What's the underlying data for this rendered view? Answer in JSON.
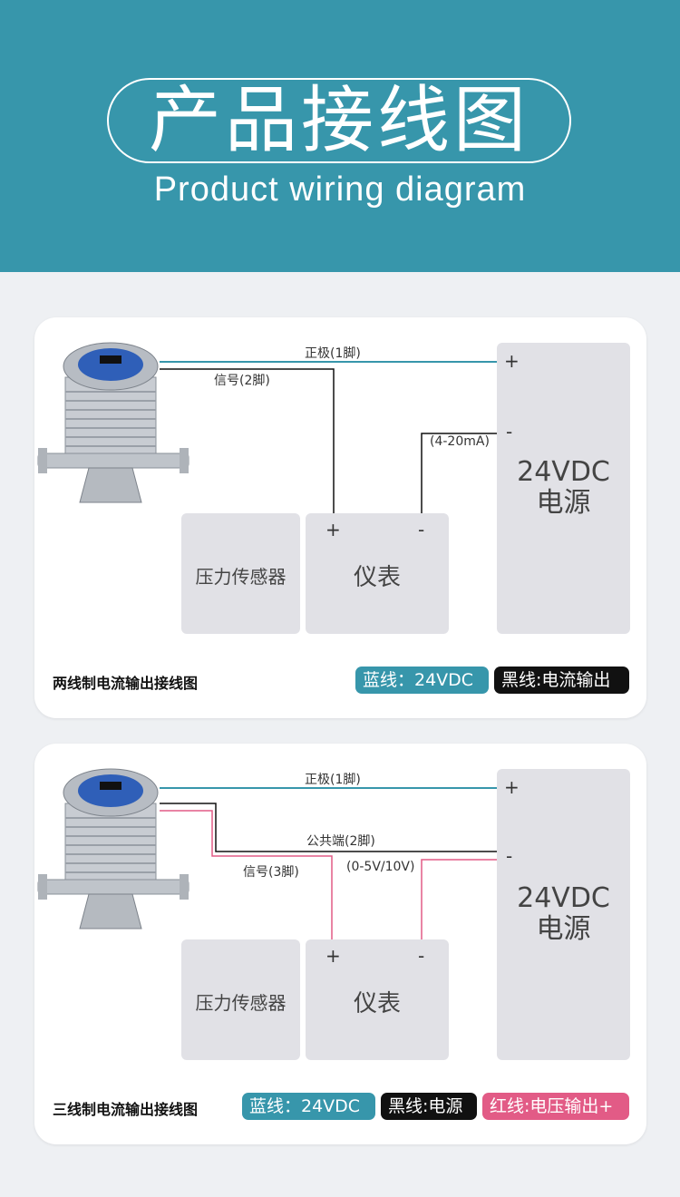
{
  "header": {
    "title": "产品接线图",
    "subtitle": "Product wiring diagram"
  },
  "colors": {
    "header_bg": "#3796ab",
    "blue_wire": "#3796ab",
    "black_wire": "#111111",
    "red_wire": "#e25b86"
  },
  "diagram_two_wire": {
    "wire_labels": {
      "positive": "正极(1脚)",
      "signal": "信号(2脚)",
      "current": "(4-20mA)"
    },
    "boxes": {
      "sensor": "压力传感器",
      "meter": "仪表",
      "power_line1": "24VDC",
      "power_line2": "电源"
    },
    "signs": {
      "meter_plus": "+",
      "meter_minus": "-",
      "power_plus": "+",
      "power_minus": "-"
    },
    "caption": "两线制电流输出接线图",
    "tags": [
      "蓝线：24VDC",
      "黑线:电流输出"
    ]
  },
  "diagram_three_wire": {
    "wire_labels": {
      "positive": "正极(1脚)",
      "common": "公共端(2脚)",
      "signal": "信号(3脚)",
      "voltage": "(0-5V/10V)"
    },
    "boxes": {
      "sensor": "压力传感器",
      "meter": "仪表",
      "power_line1": "24VDC",
      "power_line2": "电源"
    },
    "signs": {
      "meter_plus": "+",
      "meter_minus": "-",
      "power_plus": "+",
      "power_minus": "-"
    },
    "caption": "三线制电流输出接线图",
    "tags": [
      "蓝线：24VDC",
      "黑线:电源",
      "红线:电压输出+"
    ]
  }
}
